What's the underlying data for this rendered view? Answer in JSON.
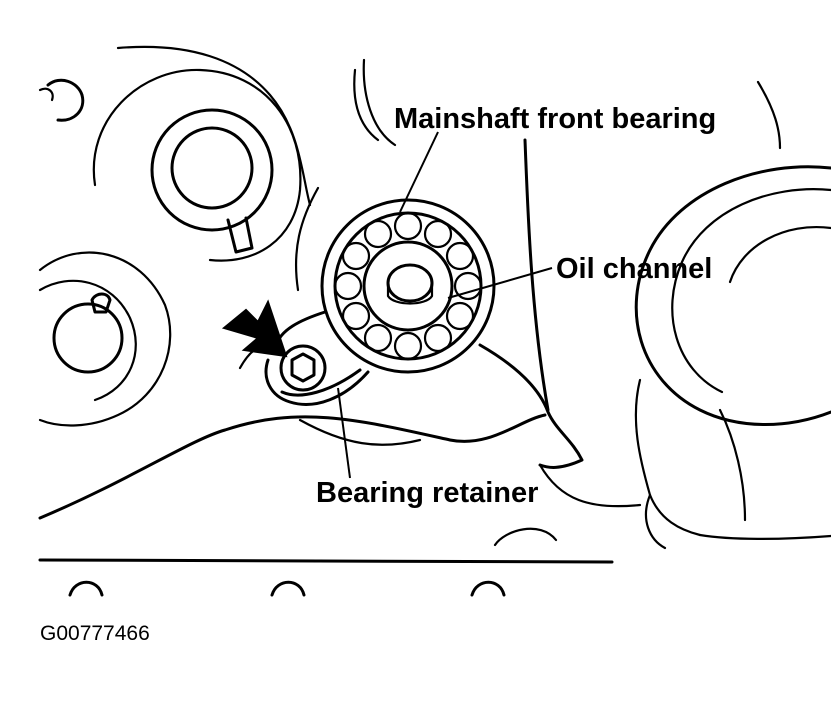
{
  "labels": {
    "mainshaft_front_bearing": "Mainshaft front bearing",
    "oil_channel": "Oil channel",
    "bearing_retainer": "Bearing retainer"
  },
  "figure_code": "G00777466",
  "colors": {
    "ink": "#000000",
    "paper": "#ffffff"
  }
}
